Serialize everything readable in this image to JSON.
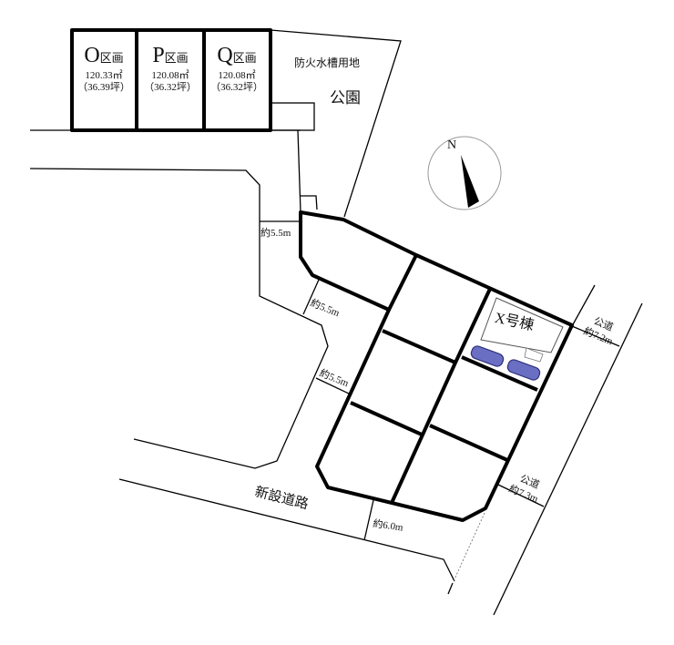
{
  "lots": [
    {
      "letter": "O",
      "suffix": "区画",
      "area_m2": "120.33㎡",
      "area_tsubo": "（36.39坪）"
    },
    {
      "letter": "P",
      "suffix": "区画",
      "area_m2": "120.08㎡",
      "area_tsubo": "（36.32坪）"
    },
    {
      "letter": "Q",
      "suffix": "区画",
      "area_m2": "120.08㎡",
      "area_tsubo": "（36.32坪）"
    }
  ],
  "labels": {
    "fire_tank": "防火水槽用地",
    "park": "公園",
    "new_road": "新設道路",
    "building": "X号棟",
    "north": "N"
  },
  "dimensions": {
    "d1": "約5.5m",
    "d2": "約5.5m",
    "d3": "約5.5m",
    "d4": "約6.0m",
    "public_road_1_label": "公道",
    "public_road_1_width": "約7.2m",
    "public_road_2_label": "公道",
    "public_road_2_width": "約7.3m"
  },
  "colors": {
    "car": "#6b6fc4"
  }
}
